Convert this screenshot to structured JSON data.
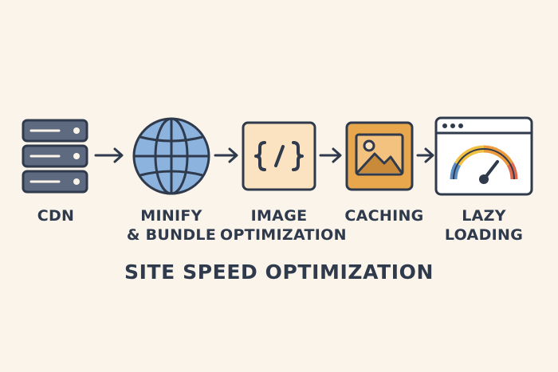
{
  "diagram": {
    "title": "SITE SPEED OPTIMIZATION",
    "steps": [
      {
        "icon": "server-stack-icon",
        "label_lines": [
          "CDN"
        ]
      },
      {
        "icon": "globe-icon",
        "label_lines": [
          "MINIFY",
          "& BUNDLE"
        ]
      },
      {
        "icon": "code-file-icon",
        "label_lines": [
          "IMAGE",
          "OPTIMIZATION"
        ]
      },
      {
        "icon": "image-landscape-icon",
        "label_lines": [
          "CACHING"
        ]
      },
      {
        "icon": "browser-speedometer-icon",
        "label_lines": [
          "LAZY",
          "LOADING"
        ]
      }
    ]
  },
  "colors": {
    "background": "#faf4ea",
    "outline": "#2f3a4c",
    "server": "#5d6a80",
    "globe": "#8bb3dd",
    "code_file": "#fbe3c2",
    "image_tile": "#e8a64d",
    "gauge_blue": "#5d8fc7",
    "gauge_yellow": "#f0c040",
    "gauge_orange": "#ec9a3c",
    "gauge_red": "#e06a4e"
  }
}
